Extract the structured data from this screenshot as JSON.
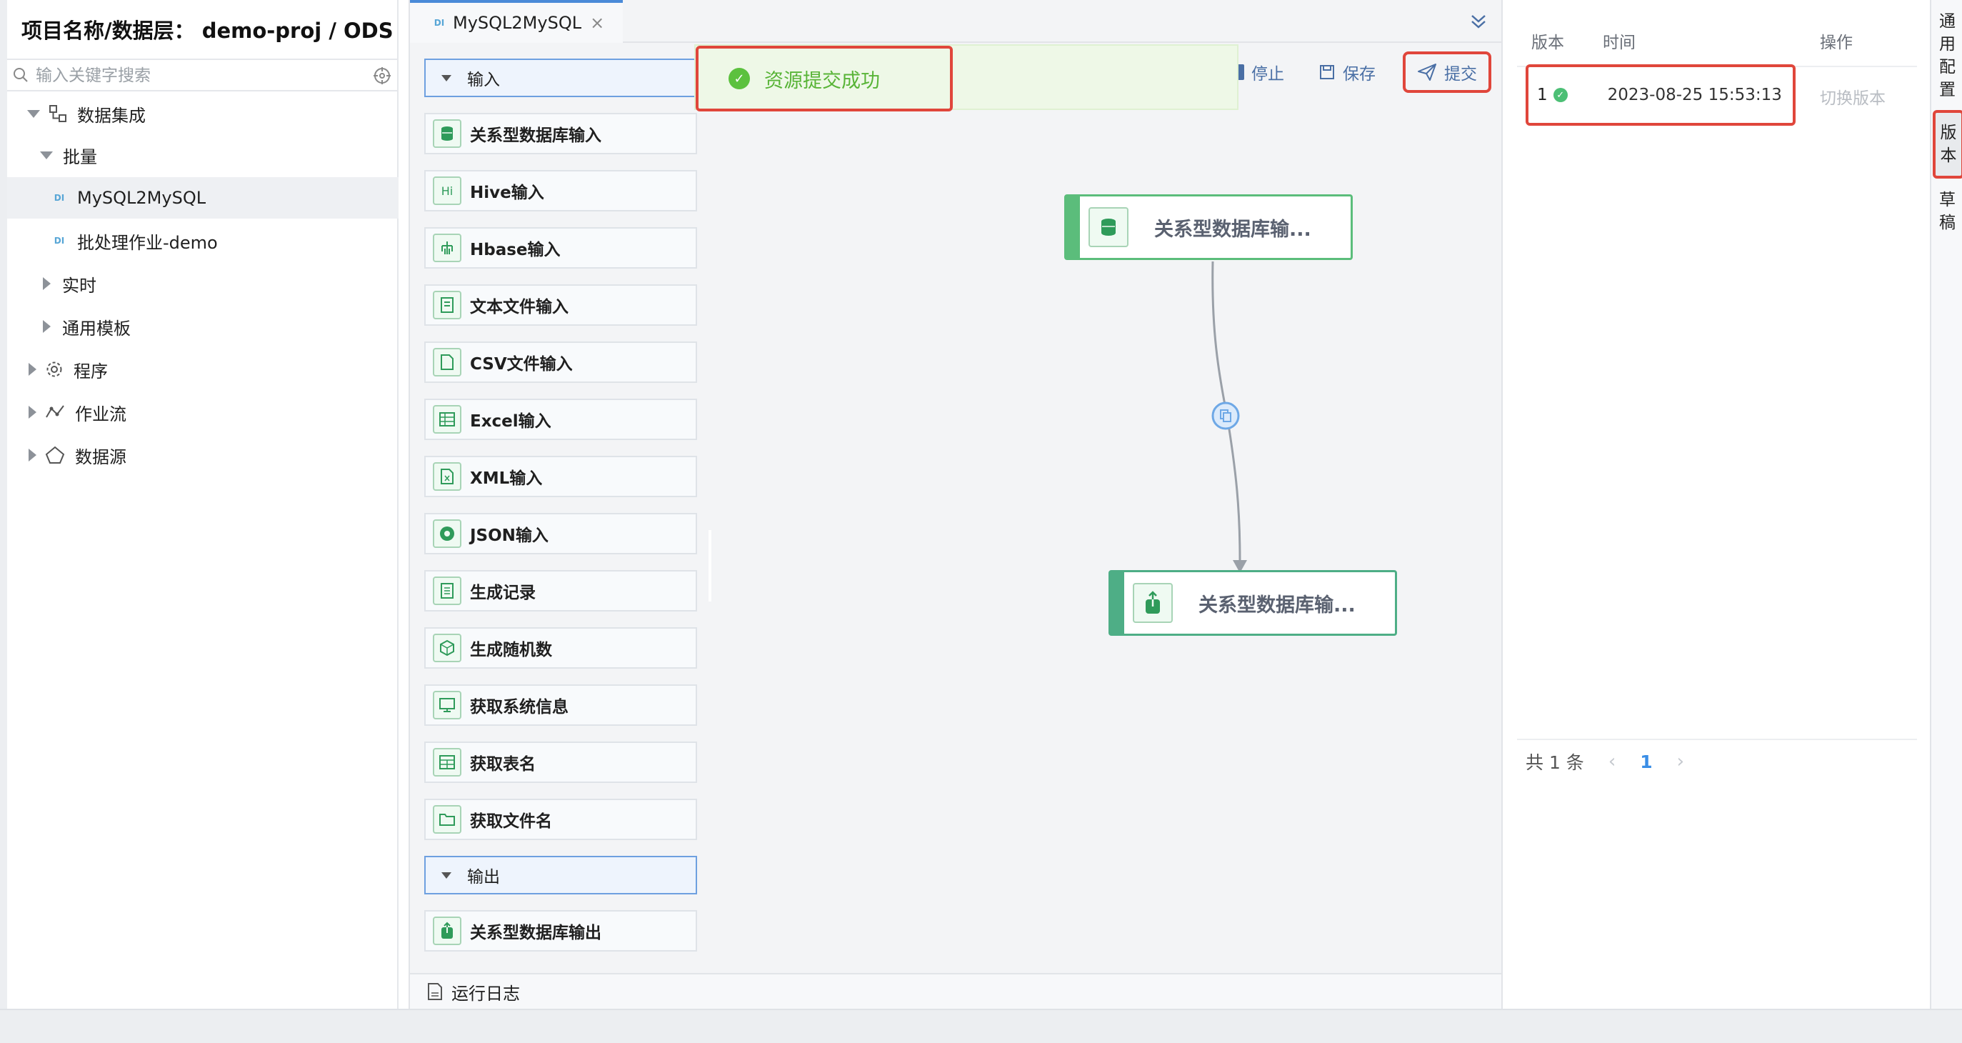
{
  "sidebar": {
    "title": "项目名称/数据层： demo-proj / ODS",
    "search_placeholder": "输入关键字搜索",
    "tree": {
      "data_integration": "数据集成",
      "batch": "批量",
      "job_mysql": "MySQL2MySQL",
      "job_batch_demo": "批处理作业-demo",
      "realtime": "实时",
      "common_template": "通用模板",
      "program": "程序",
      "workflow": "作业流",
      "datasource": "数据源"
    },
    "di_badge": "DI"
  },
  "editor": {
    "tab_label": "MySQL2MySQL",
    "palette": {
      "input_group": "输入",
      "input_items": [
        {
          "label": "关系型数据库输入",
          "icon": "database-icon"
        },
        {
          "label": "Hive输入",
          "icon": "hive-icon",
          "glyph": "Hi"
        },
        {
          "label": "Hbase输入",
          "icon": "hbase-icon"
        },
        {
          "label": "文本文件输入",
          "icon": "text-file-icon"
        },
        {
          "label": "CSV文件输入",
          "icon": "csv-file-icon"
        },
        {
          "label": "Excel输入",
          "icon": "excel-icon"
        },
        {
          "label": "XML输入",
          "icon": "xml-icon"
        },
        {
          "label": "JSON输入",
          "icon": "json-icon"
        },
        {
          "label": "生成记录",
          "icon": "generate-records-icon"
        },
        {
          "label": "生成随机数",
          "icon": "random-number-icon"
        },
        {
          "label": "获取系统信息",
          "icon": "system-info-icon"
        },
        {
          "label": "获取表名",
          "icon": "table-name-icon"
        },
        {
          "label": "获取文件名",
          "icon": "file-name-icon"
        }
      ],
      "output_group": "输出",
      "output_items": [
        {
          "label": "关系型数据库输出",
          "icon": "database-output-icon"
        }
      ]
    },
    "toolbar": {
      "stop": "停止",
      "save": "保存",
      "submit": "提交"
    },
    "toast": "资源提交成功",
    "nodes": {
      "source": "关系型数据库输...",
      "target": "关系型数据库输..."
    },
    "run_log": "运行日志"
  },
  "versions": {
    "headers": {
      "version": "版本",
      "time": "时间",
      "action": "操作"
    },
    "rows": [
      {
        "version": "1",
        "time": "2023-08-25 15:53:13",
        "action": "切换版本"
      }
    ],
    "pager": {
      "total": "共 1 条",
      "current": "1"
    }
  },
  "side_tabs": {
    "general": [
      "通",
      "用",
      "配",
      "置"
    ],
    "version": [
      "版",
      "本"
    ],
    "draft": [
      "草",
      "稿"
    ]
  },
  "colors": {
    "accent_blue": "#4a8ad8",
    "success_green": "#5cc13e",
    "node_green": "#5bbd7b",
    "highlight_red": "#e0463b"
  }
}
